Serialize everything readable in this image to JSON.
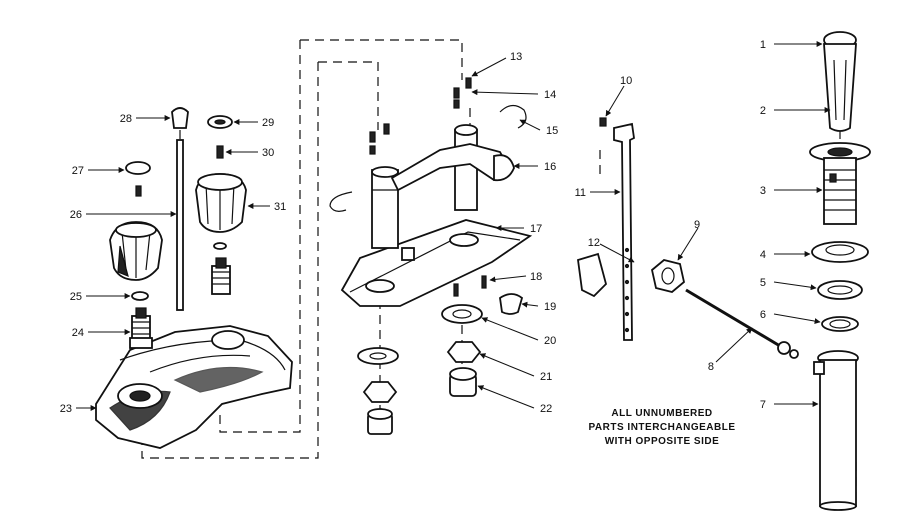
{
  "callouts": [
    "1",
    "2",
    "3",
    "4",
    "5",
    "6",
    "7",
    "8",
    "9",
    "10",
    "11",
    "12",
    "13",
    "14",
    "15",
    "16",
    "17",
    "18",
    "19",
    "20",
    "21",
    "22",
    "23",
    "24",
    "25",
    "26",
    "27",
    "28",
    "29",
    "30",
    "31"
  ],
  "note": [
    "ALL UNNUMBERED",
    "PARTS INTERCHANGEABLE",
    "WITH OPPOSITE SIDE"
  ]
}
